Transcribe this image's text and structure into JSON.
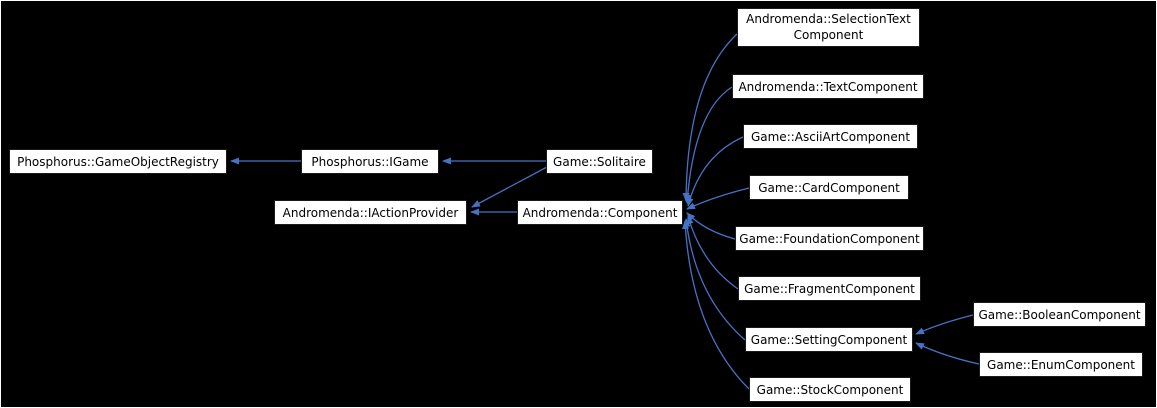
{
  "diagram": {
    "type": "class-inheritance-graph",
    "colors": {
      "background": "#000000",
      "frame": "#ffffff",
      "node_fill": "#ffffff",
      "node_text": "#000000",
      "edge": "#4672c4"
    },
    "nodes": {
      "game_object_registry": {
        "label": "Phosphorus::GameObjectRegistry"
      },
      "igame": {
        "label": "Phosphorus::IGame"
      },
      "iaction_provider": {
        "label": "Andromenda::IActionProvider"
      },
      "solitaire": {
        "label": "Game::Solitaire"
      },
      "component": {
        "label": "Andromenda::Component"
      },
      "selection_text_component": {
        "label": "Andromenda::SelectionTextComponent",
        "line1": "Andromenda::SelectionText",
        "line2": "Component"
      },
      "text_component": {
        "label": "Andromenda::TextComponent"
      },
      "ascii_art_component": {
        "label": "Game::AsciiArtComponent"
      },
      "card_component": {
        "label": "Game::CardComponent"
      },
      "foundation_component": {
        "label": "Game::FoundationComponent"
      },
      "fragment_component": {
        "label": "Game::FragmentComponent"
      },
      "setting_component": {
        "label": "Game::SettingComponent"
      },
      "stock_component": {
        "label": "Game::StockComponent"
      },
      "boolean_component": {
        "label": "Game::BooleanComponent"
      },
      "enum_component": {
        "label": "Game::EnumComponent"
      }
    },
    "edges": [
      {
        "from": "Phosphorus::IGame",
        "to": "Phosphorus::GameObjectRegistry"
      },
      {
        "from": "Game::Solitaire",
        "to": "Phosphorus::IGame"
      },
      {
        "from": "Game::Solitaire",
        "to": "Andromenda::IActionProvider"
      },
      {
        "from": "Andromenda::Component",
        "to": "Andromenda::IActionProvider"
      },
      {
        "from": "Andromenda::SelectionTextComponent",
        "to": "Andromenda::Component"
      },
      {
        "from": "Andromenda::TextComponent",
        "to": "Andromenda::Component"
      },
      {
        "from": "Game::AsciiArtComponent",
        "to": "Andromenda::Component"
      },
      {
        "from": "Game::CardComponent",
        "to": "Andromenda::Component"
      },
      {
        "from": "Game::FoundationComponent",
        "to": "Andromenda::Component"
      },
      {
        "from": "Game::FragmentComponent",
        "to": "Andromenda::Component"
      },
      {
        "from": "Game::SettingComponent",
        "to": "Andromenda::Component"
      },
      {
        "from": "Game::StockComponent",
        "to": "Andromenda::Component"
      },
      {
        "from": "Game::BooleanComponent",
        "to": "Game::SettingComponent"
      },
      {
        "from": "Game::EnumComponent",
        "to": "Game::SettingComponent"
      }
    ]
  }
}
